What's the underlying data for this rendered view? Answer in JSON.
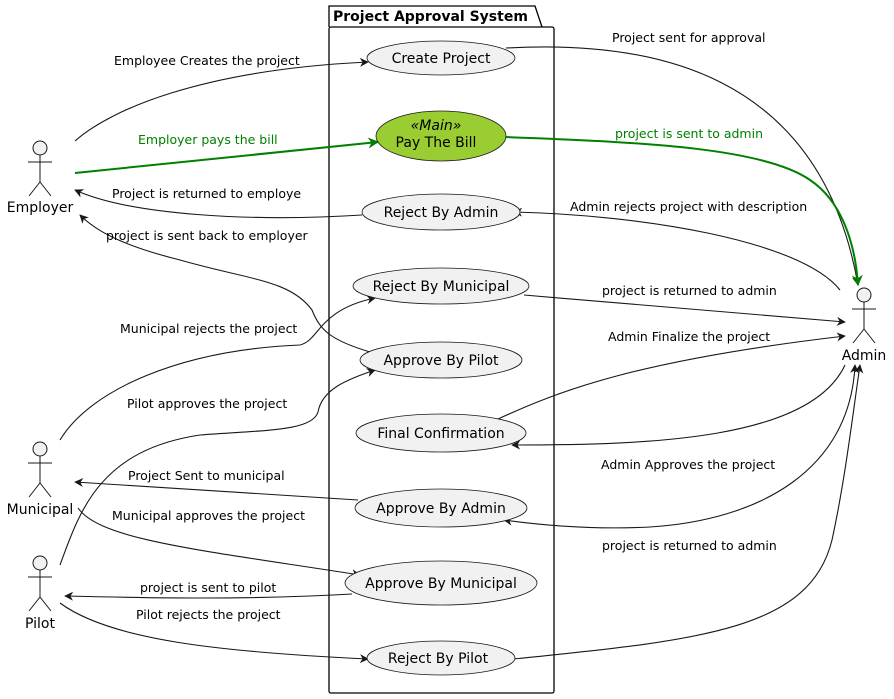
{
  "diagram": {
    "package_title": "Project Approval System",
    "actors": [
      {
        "id": "employer",
        "label": "Employer"
      },
      {
        "id": "municipal",
        "label": "Municipal"
      },
      {
        "id": "pilot",
        "label": "Pilot"
      },
      {
        "id": "admin",
        "label": "Admin"
      }
    ],
    "usecases": [
      {
        "id": "create",
        "label": "Create Project"
      },
      {
        "id": "pay",
        "label": "Pay The Bill",
        "stereotype": "«Main»",
        "fill": "#9acd32"
      },
      {
        "id": "reject_admin",
        "label": "Reject By Admin"
      },
      {
        "id": "reject_municipal",
        "label": "Reject By Municipal"
      },
      {
        "id": "approve_pilot",
        "label": "Approve By Pilot"
      },
      {
        "id": "final",
        "label": "Final Confirmation"
      },
      {
        "id": "approve_admin",
        "label": "Approve By Admin"
      },
      {
        "id": "approve_municipal",
        "label": "Approve By Municipal"
      },
      {
        "id": "reject_pilot",
        "label": "Reject By Pilot"
      }
    ],
    "edges": [
      {
        "label": "Employee Creates the project",
        "color": "#000000"
      },
      {
        "label": "Employer pays the bill",
        "color": "#008000"
      },
      {
        "label": "Project is returned to employe",
        "color": "#000000"
      },
      {
        "label": "project is sent back to employer",
        "color": "#000000"
      },
      {
        "label": "Municipal rejects the project",
        "color": "#000000"
      },
      {
        "label": "Pilot approves the project",
        "color": "#000000"
      },
      {
        "label": "Project Sent  to municipal",
        "color": "#000000"
      },
      {
        "label": "Municipal approves the project",
        "color": "#000000"
      },
      {
        "label": "project is sent to pilot",
        "color": "#000000"
      },
      {
        "label": "Pilot rejects the project",
        "color": "#000000"
      },
      {
        "label": "Project sent for approval",
        "color": "#000000"
      },
      {
        "label": "project is sent to admin",
        "color": "#008000"
      },
      {
        "label": "Admin rejects project with description",
        "color": "#000000"
      },
      {
        "label": "project is returned to admin",
        "color": "#000000"
      },
      {
        "label": "Admin Finalize the project",
        "color": "#000000"
      },
      {
        "label": "Admin Approves the project",
        "color": "#000000"
      },
      {
        "label": "project is returned to admin",
        "color": "#000000"
      }
    ],
    "colors": {
      "usecase_fill": "#f1f1f1",
      "main_fill": "#9acd32",
      "line": "#181818",
      "highlight": "#008000"
    }
  }
}
